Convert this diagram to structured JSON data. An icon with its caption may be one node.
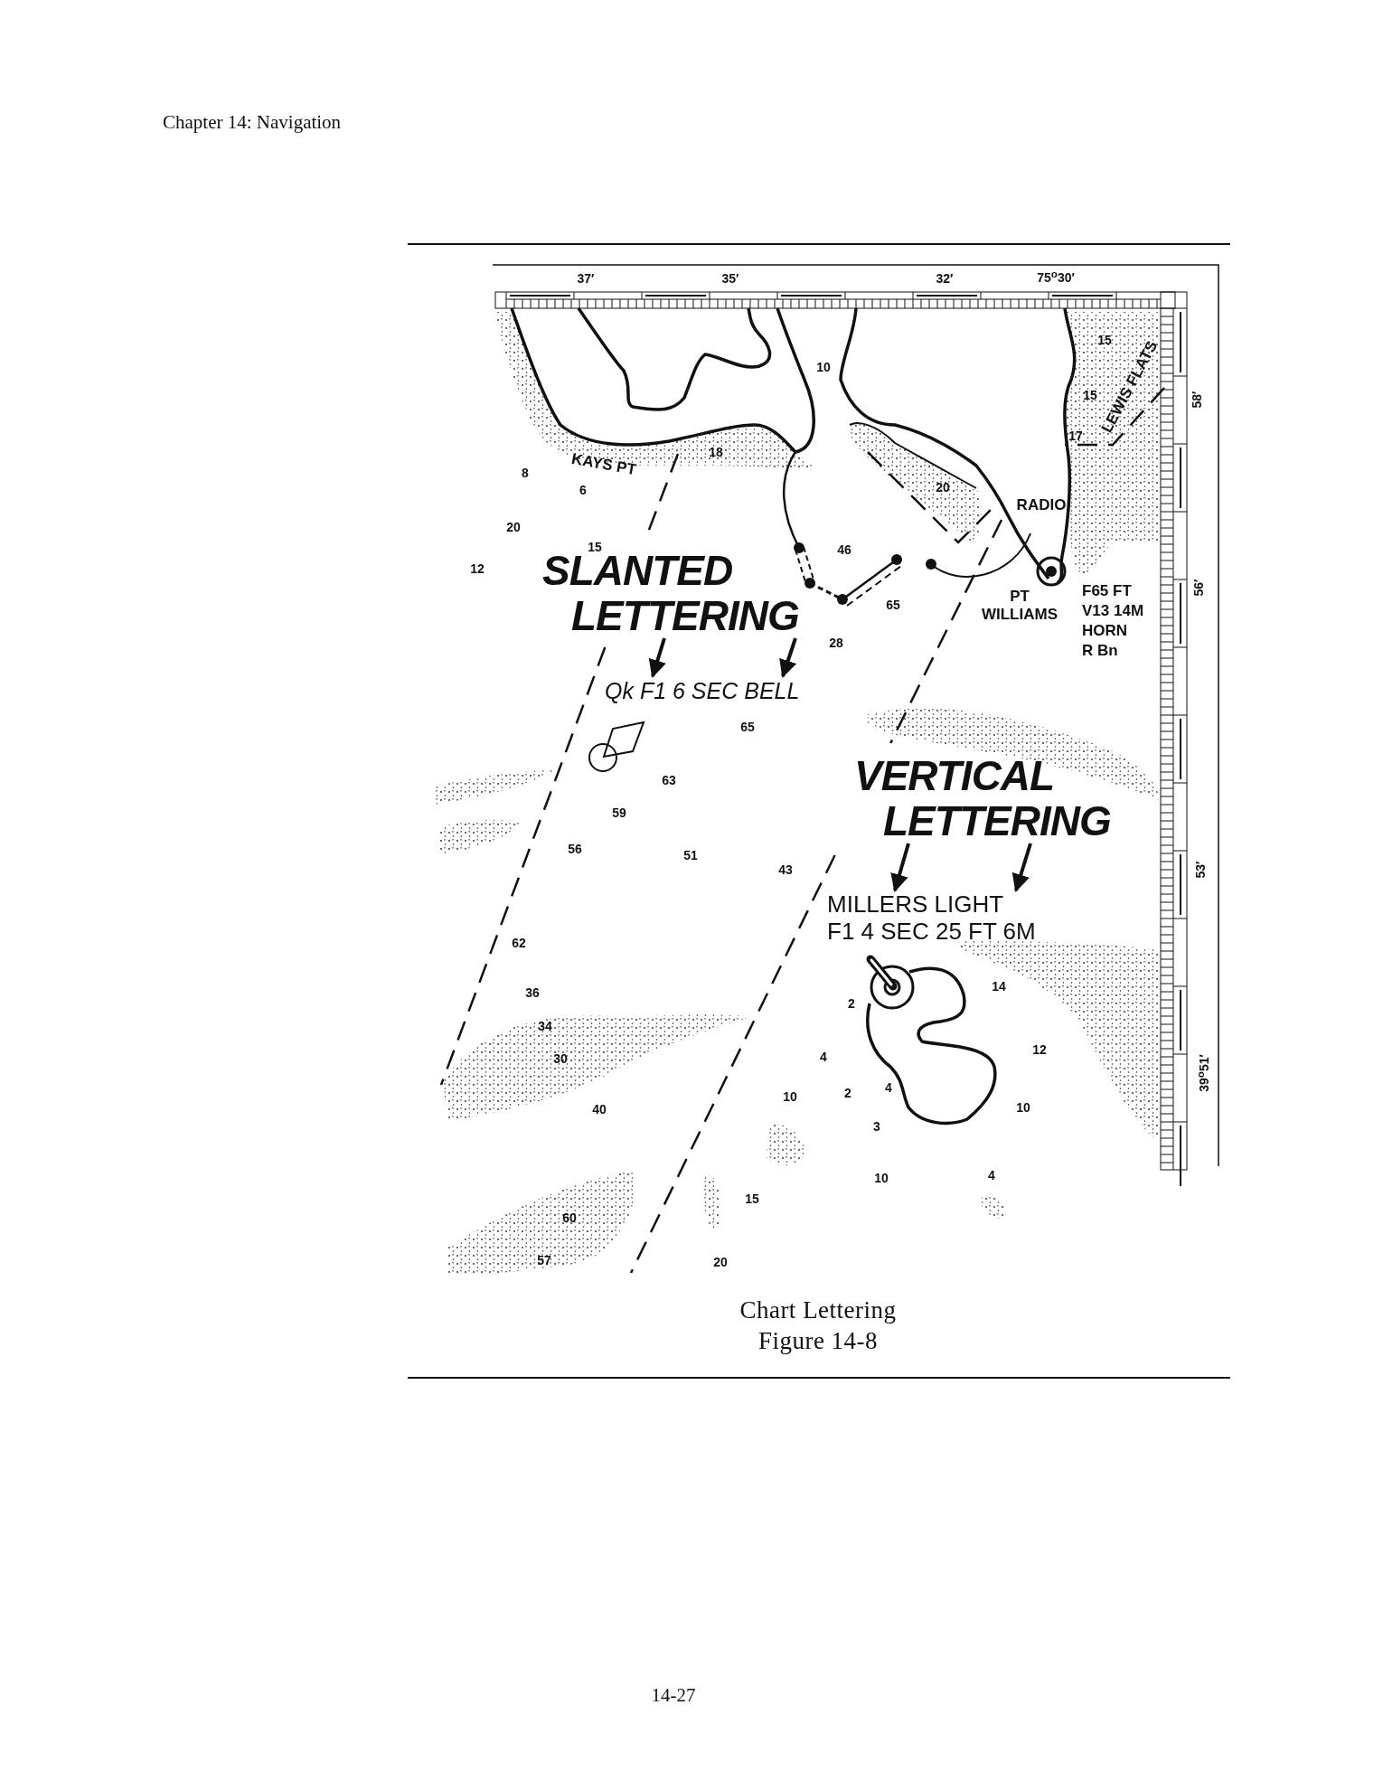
{
  "diagram": {
    "caption": "Chart Lettering Figure 14-8",
    "nodes": [
      {
        "text": [
          "SLANTED LETTERING"
        ]
      },
      {
        "text": [
          "Qk F1 6 SEC BELL"
        ]
      },
      {
        "text": [
          "VERTICAL LETTERING"
        ]
      },
      {
        "text": [
          "MILLERS LIGHT",
          "F1 4 SEC 25 FT 6M"
        ]
      }
    ],
    "edges": [
      {
        "from": 0,
        "to": 1,
        "arrow": "to"
      },
      {
        "from": 0,
        "to": 1,
        "arrow": "to"
      },
      {
        "from": 2,
        "to": 3,
        "arrow": "to"
      },
      {
        "from": 2,
        "to": 3,
        "arrow": "to"
      }
    ],
    "labels": [
      "Chapter 14: Navigation",
      "37′",
      "35′",
      "32′",
      "75$^{o}$30′",
      "15",
      "10",
      "LEWIS FLATS",
      "15",
      "58′",
      "18",
      "17",
      "KAYS PT",
      "8",
      "20",
      "6",
      "RADIO",
      "20",
      "15",
      "46",
      "12",
      "56′",
      "F65 FT",
      "65",
      "PT WILLIAMS",
      "V13 14M",
      "HORN",
      "R Bn",
      "28",
      "65",
      "63",
      "59",
      "56",
      "51",
      "53′",
      "43",
      "62",
      "14",
      "36",
      "2",
      "34",
      "12",
      "4",
      "30",
      "39$^{o}$51′",
      "4",
      "2",
      "10",
      "10",
      "40",
      "3",
      "4",
      "10",
      "15",
      "60",
      "57",
      "20",
      "14-27"
    ]
  }
}
